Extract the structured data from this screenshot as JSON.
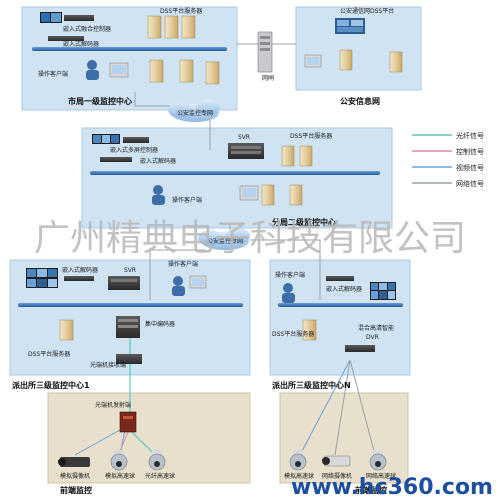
{
  "colors": {
    "zone_blue": "#cfe3f3",
    "zone_blue_edge": "#a9c9e3",
    "zone_sand": "#e8e0cc",
    "zone_sand_edge": "#cfc3a6",
    "bus": "#2f6fb4",
    "fiber": "#5bc7c0",
    "control": "#d98aa0",
    "video": "#6aa0d8",
    "network": "#9aa0a6",
    "watermark": "#b8b8b8",
    "brand_blue": "#1c4ea1"
  },
  "zones": {
    "city": {
      "title": "市局一级监控中心",
      "devices": [
        "嵌入式融合控制器",
        "嵌入式解码器",
        "操作客户端",
        "DSS平台服务器"
      ]
    },
    "police_info": {
      "title": "公安信息网",
      "devices": [
        "公安通信网DSS平台"
      ]
    },
    "gateway": {
      "label": "网闸"
    },
    "branch": {
      "title": "分局二级监控中心",
      "devices": [
        "嵌入式多屏控制器",
        "嵌入式解码器",
        "SVR",
        "DSS平台服务器",
        "操作客户端"
      ]
    },
    "station1": {
      "title": "派出所三级监控中心1",
      "devices": [
        "嵌入式解码器",
        "SVR",
        "操作客户端",
        "集中编码器",
        "DSS平台服务器",
        "光端机接收端"
      ]
    },
    "stationN": {
      "title": "派出所三级监控中心N",
      "devices": [
        "操作客户端",
        "嵌入式解码器",
        "DSS平台服务器",
        "混合高清智能",
        "DVR"
      ]
    },
    "front1": {
      "title": "前端监控",
      "devices": [
        "光端机发射端",
        "模拟摄像机",
        "模拟高速球",
        "光纤高速球"
      ]
    },
    "front2": {
      "title": "前端监控",
      "devices": [
        "模拟高速球",
        "网络摄像机",
        "网络高速球"
      ]
    }
  },
  "clouds": {
    "top": "公安监控专网",
    "mid": "公安监控专网"
  },
  "legend": [
    {
      "label": "光纤信号",
      "color": "#5bc7c0"
    },
    {
      "label": "控制信号",
      "color": "#d98aa0"
    },
    {
      "label": "视频信号",
      "color": "#6aa0d8"
    },
    {
      "label": "网络信号",
      "color": "#9aa0a6"
    }
  ],
  "watermark": "广州精典电子科技有限公司",
  "brand": "www.hc360.com"
}
